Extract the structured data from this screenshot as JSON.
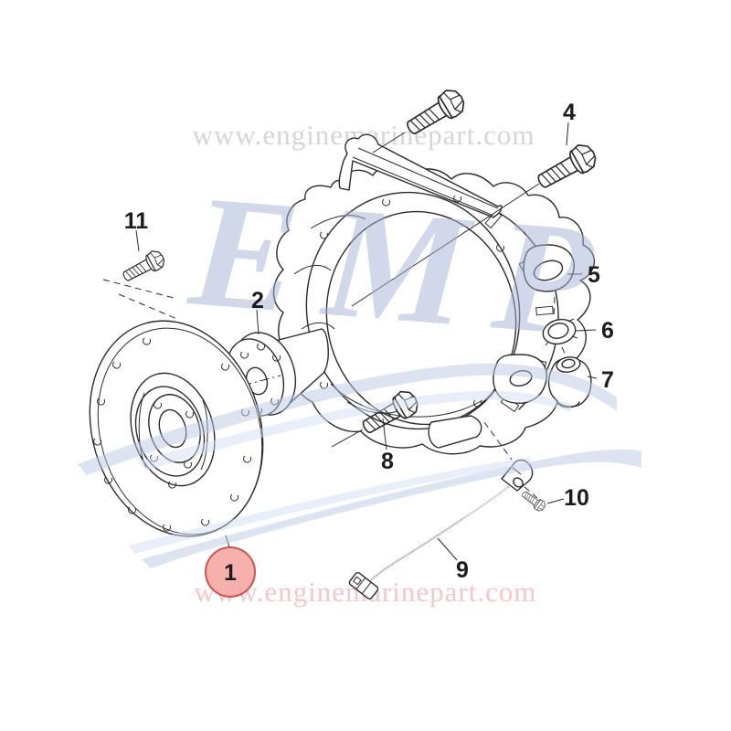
{
  "page": {
    "background_color": "#ffffff",
    "content_type": "exploded parts diagram"
  },
  "watermarks": {
    "top_text": "www.enginemarinepart.com",
    "bottom_text": "www.enginemarinepart.com",
    "logo_text": "EMP",
    "top_text_color": "#d6d6d6",
    "bottom_text_color": "#f6c6c8",
    "logo_color": "#a3b2d4",
    "wave_color": "#b9c9e6"
  },
  "diagram": {
    "description": "Flywheel and flywheel housing assembly exploded view",
    "line_color": "#2b2b2b",
    "label_color": "#1c1c1c",
    "highlighted_part": "1",
    "highlight_fill": "#f6a9a5",
    "highlight_stroke": "#c9423b",
    "callouts": [
      {
        "number": "1",
        "highlighted": true
      },
      {
        "number": "2",
        "highlighted": false
      },
      {
        "number": "4",
        "highlighted": false
      },
      {
        "number": "5",
        "highlighted": false
      },
      {
        "number": "6",
        "highlighted": false
      },
      {
        "number": "7",
        "highlighted": false
      },
      {
        "number": "8",
        "highlighted": false
      },
      {
        "number": "9",
        "highlighted": false
      },
      {
        "number": "10",
        "highlighted": false
      },
      {
        "number": "11",
        "highlighted": false
      }
    ]
  }
}
